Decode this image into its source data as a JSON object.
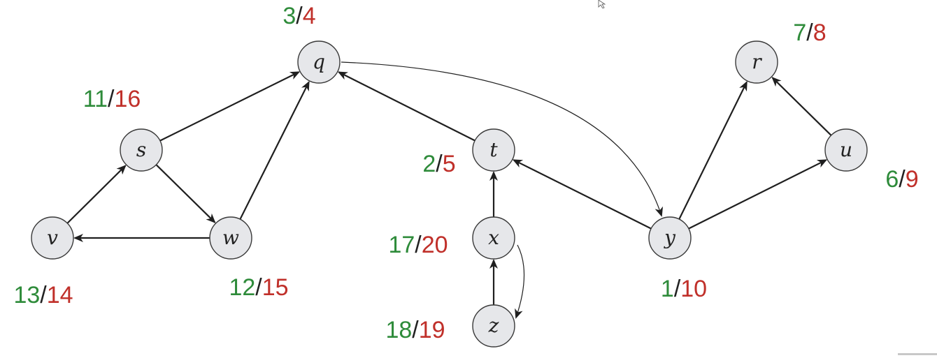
{
  "nodes": [
    {
      "id": "q",
      "label": "q",
      "discover": "3",
      "finish": "4"
    },
    {
      "id": "r",
      "label": "r",
      "discover": "7",
      "finish": "8"
    },
    {
      "id": "s",
      "label": "s",
      "discover": "11",
      "finish": "16"
    },
    {
      "id": "t",
      "label": "t",
      "discover": "2",
      "finish": "5"
    },
    {
      "id": "u",
      "label": "u",
      "discover": "6",
      "finish": "9"
    },
    {
      "id": "v",
      "label": "v",
      "discover": "13",
      "finish": "14"
    },
    {
      "id": "w",
      "label": "w",
      "discover": "12",
      "finish": "15"
    },
    {
      "id": "x",
      "label": "x",
      "discover": "17",
      "finish": "20"
    },
    {
      "id": "y",
      "label": "y",
      "discover": "1",
      "finish": "10"
    },
    {
      "id": "z",
      "label": "z",
      "discover": "18",
      "finish": "19"
    }
  ],
  "edges": [
    {
      "from": "s",
      "to": "q"
    },
    {
      "from": "w",
      "to": "q"
    },
    {
      "from": "t",
      "to": "q"
    },
    {
      "from": "v",
      "to": "s"
    },
    {
      "from": "s",
      "to": "w"
    },
    {
      "from": "w",
      "to": "v"
    },
    {
      "from": "q",
      "to": "y",
      "curved": true
    },
    {
      "from": "y",
      "to": "t"
    },
    {
      "from": "x",
      "to": "t"
    },
    {
      "from": "z",
      "to": "x"
    },
    {
      "from": "x",
      "to": "z",
      "curved": true
    },
    {
      "from": "y",
      "to": "r"
    },
    {
      "from": "y",
      "to": "u"
    },
    {
      "from": "u",
      "to": "r"
    }
  ],
  "separator": "/",
  "colors": {
    "discover": "#2e8b3a",
    "finish": "#c0302a",
    "node_fill": "#e6e7ea"
  }
}
